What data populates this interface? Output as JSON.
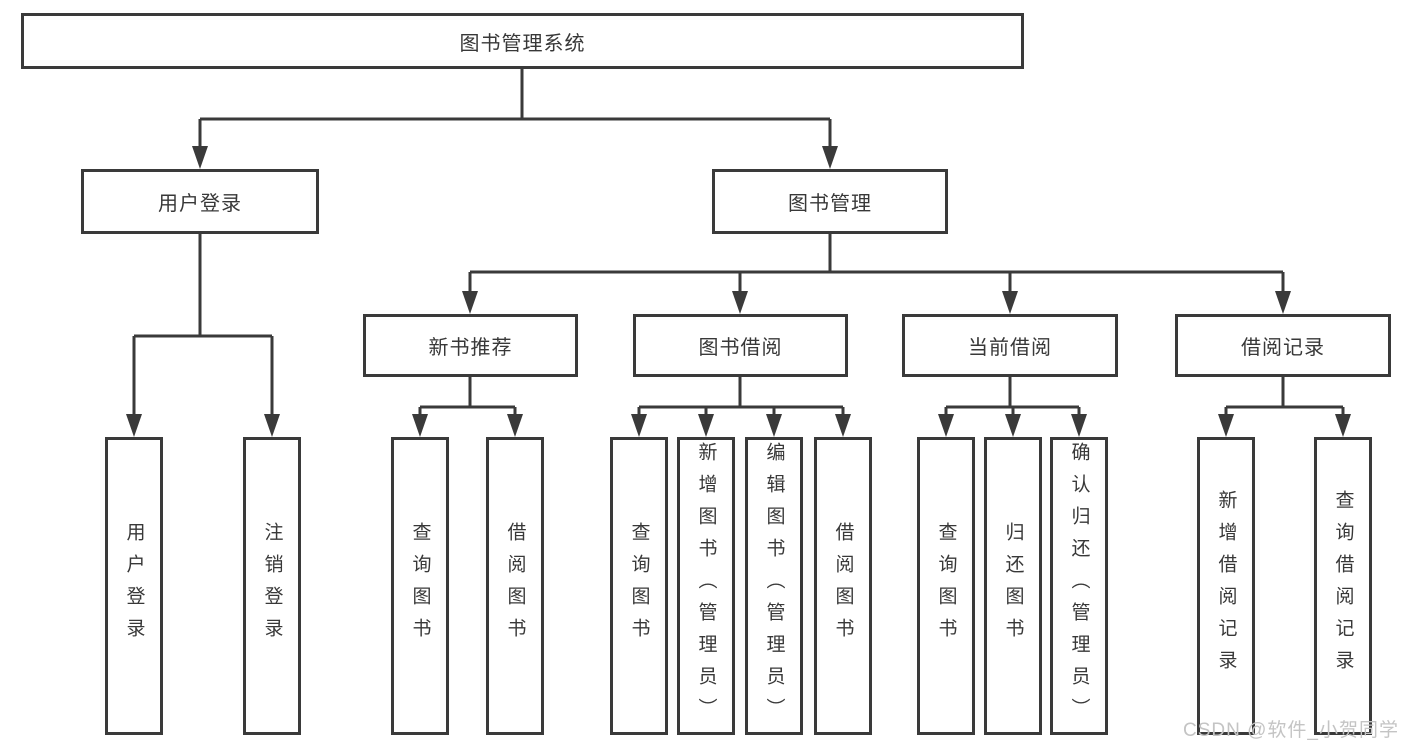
{
  "diagram": {
    "type": "hierarchy-tree",
    "background_color": "#ffffff",
    "line_color": "#3a3a3a",
    "text_color": "#383838"
  },
  "tree": {
    "root": {
      "label": "图书管理系统"
    },
    "level2": [
      {
        "label": "用户登录"
      },
      {
        "label": "图书管理"
      }
    ],
    "level3": [
      {
        "label": "新书推荐"
      },
      {
        "label": "图书借阅"
      },
      {
        "label": "当前借阅"
      },
      {
        "label": "借阅记录"
      }
    ],
    "leaves": {
      "user_login": [
        "用户登录",
        "注销登录"
      ],
      "new_book": [
        "查询图书",
        "借阅图书"
      ],
      "book_borrow": [
        "查询图书",
        "新增图书（管理员）",
        "编辑图书（管理员）",
        "借阅图书"
      ],
      "current_borrow": [
        "查询图书",
        "归还图书",
        "确认归还（管理员）"
      ],
      "borrow_record": [
        "新增借阅记录",
        "查询借阅记录"
      ]
    }
  },
  "watermark": {
    "text": "CSDN @软件_小贺同学",
    "color": "#c4c4c4"
  }
}
